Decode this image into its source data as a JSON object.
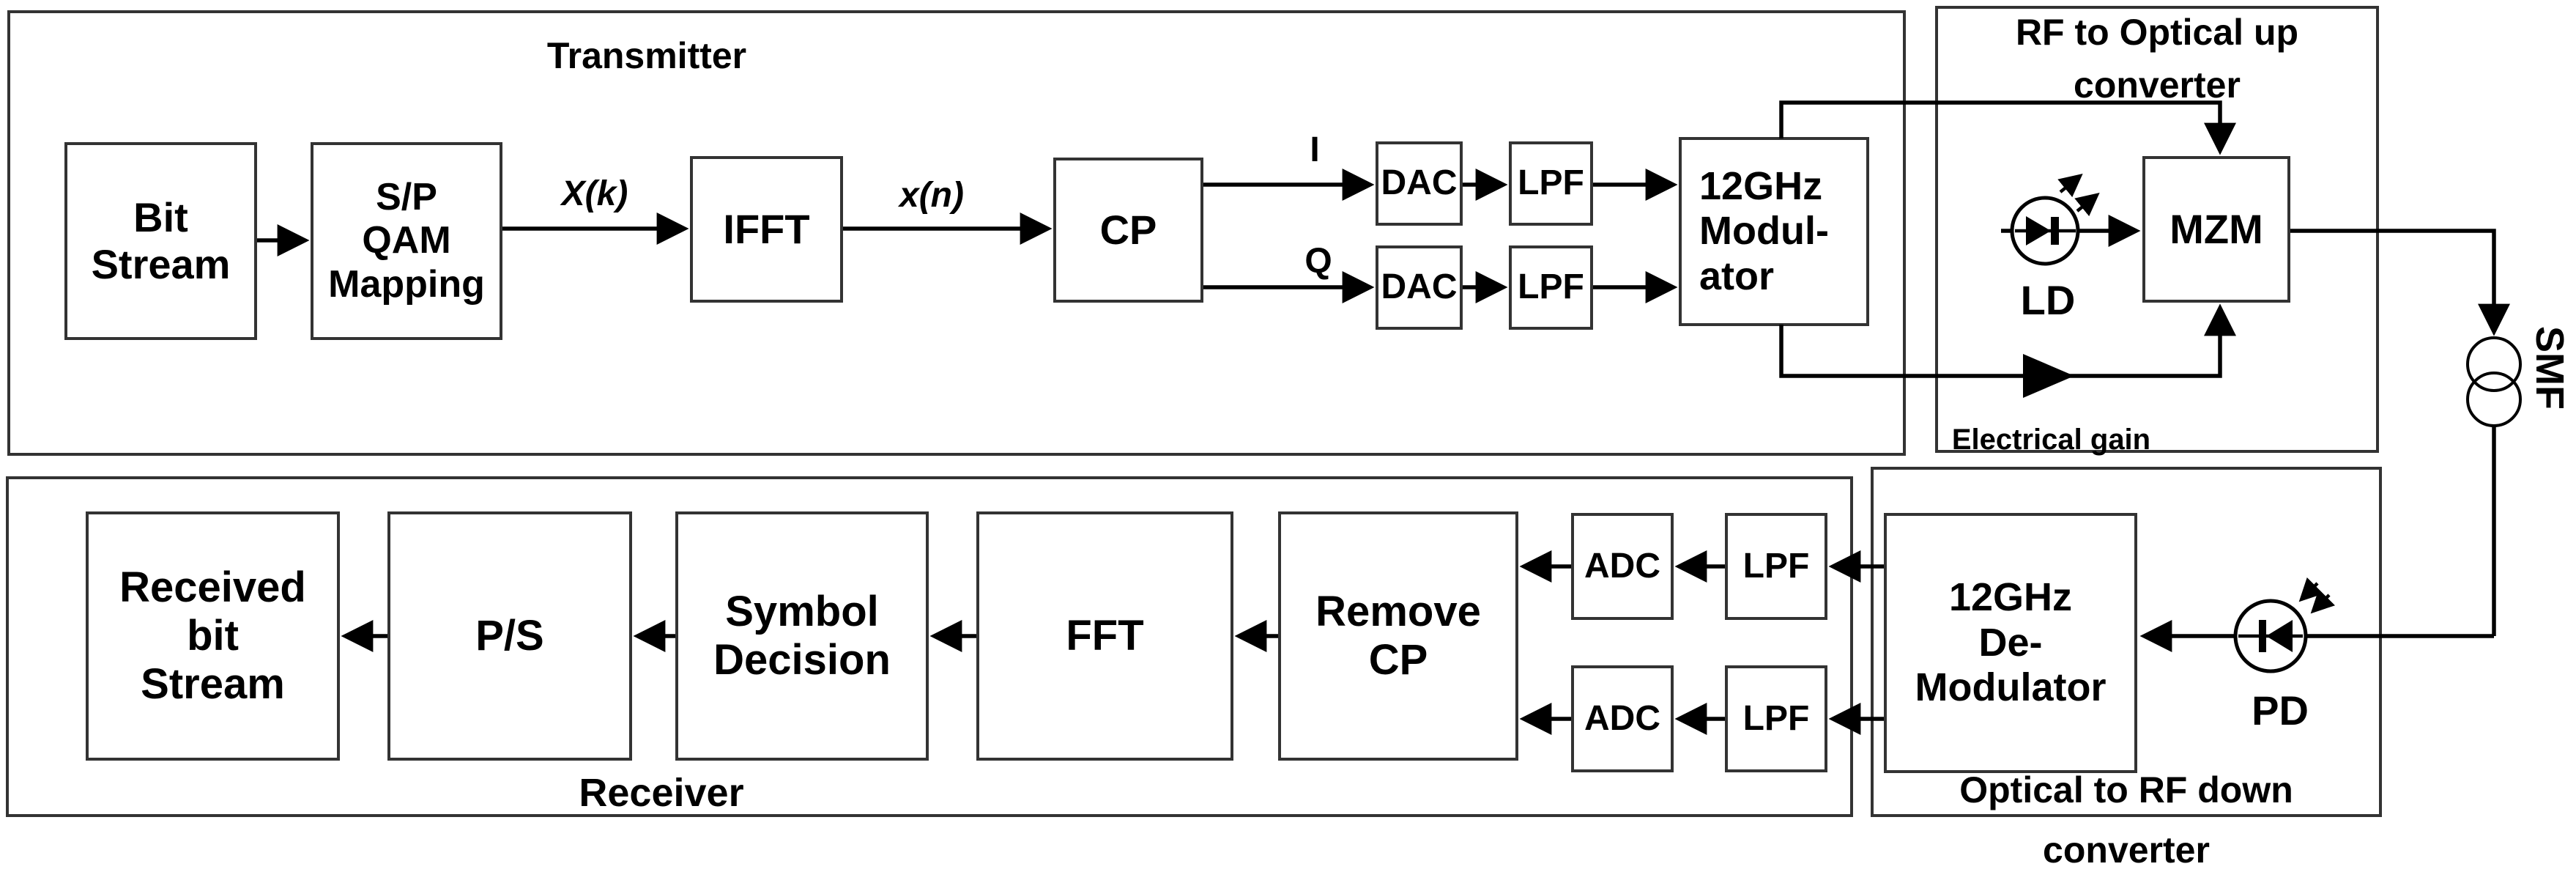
{
  "containers": {
    "transmitter": {
      "label": "Transmitter"
    },
    "rf_up_converter": {
      "label_line1": "RF to Optical up",
      "label_line2": "converter"
    },
    "receiver": {
      "label": "Receiver"
    },
    "rf_down_converter": {
      "label_line1": "Optical to RF down",
      "label_line2": "converter"
    }
  },
  "blocks": {
    "bit_stream": {
      "label": "Bit\nStream"
    },
    "sp_qam_mapping": {
      "label": "S/P\nQAM\nMapping"
    },
    "ifft": {
      "label": "IFFT"
    },
    "cp": {
      "label": "CP"
    },
    "dac_i": {
      "label": "DAC"
    },
    "lpf_i": {
      "label": "LPF"
    },
    "dac_q": {
      "label": "DAC"
    },
    "lpf_q": {
      "label": "LPF"
    },
    "modulator_12ghz": {
      "label": "12GHz\nModul-\nator"
    },
    "mzm": {
      "label": "MZM"
    },
    "received_bit_stream": {
      "label": "Received\nbit\nStream"
    },
    "ps": {
      "label": "P/S"
    },
    "symbol_decision": {
      "label": "Symbol\nDecision"
    },
    "fft": {
      "label": "FFT"
    },
    "remove_cp": {
      "label": "Remove\nCP"
    },
    "adc_upper": {
      "label": "ADC"
    },
    "lpf_rx_upper": {
      "label": "LPF"
    },
    "adc_lower": {
      "label": "ADC"
    },
    "lpf_rx_lower": {
      "label": "LPF"
    },
    "demodulator_12ghz": {
      "label": "12GHz\nDe-\nModulator"
    }
  },
  "signal_labels": {
    "xk": "X(k)",
    "xn": "x(n)",
    "i_branch": "I",
    "q_branch": "Q"
  },
  "component_labels": {
    "ld": "LD",
    "pd": "PD",
    "smf": "SMF",
    "electrical_gain": "Electrical gain"
  },
  "colors": {
    "line": "#000000",
    "box_border": "#333333",
    "background": "#ffffff",
    "text": "#000000"
  }
}
